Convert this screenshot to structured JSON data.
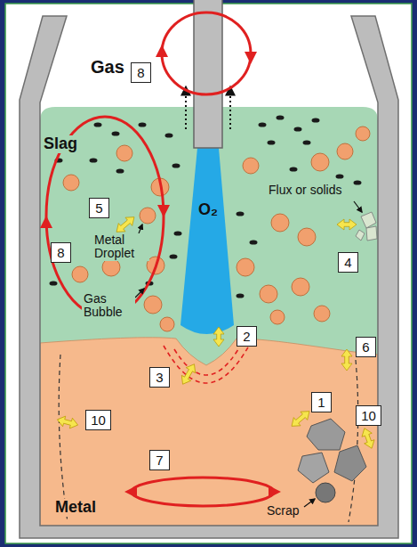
{
  "diagram": {
    "nodes": [
      {
        "text": [
          "8"
        ]
      },
      {
        "text": [
          "8"
        ]
      },
      {
        "text": [
          "5"
        ]
      },
      {
        "text": [
          "4"
        ]
      },
      {
        "text": [
          "6"
        ]
      },
      {
        "text": [
          "2"
        ]
      },
      {
        "text": [
          "3"
        ]
      },
      {
        "text": [
          "1"
        ]
      },
      {
        "text": [
          "10"
        ]
      },
      {
        "text": [
          "10"
        ]
      },
      {
        "text": [
          "7"
        ]
      }
    ],
    "labels": [
      "Gas",
      "Slag",
      "Metal Droplet",
      "Flux or solids",
      "O₂",
      "Gas Bubble",
      "Metal",
      "Scrap"
    ]
  }
}
